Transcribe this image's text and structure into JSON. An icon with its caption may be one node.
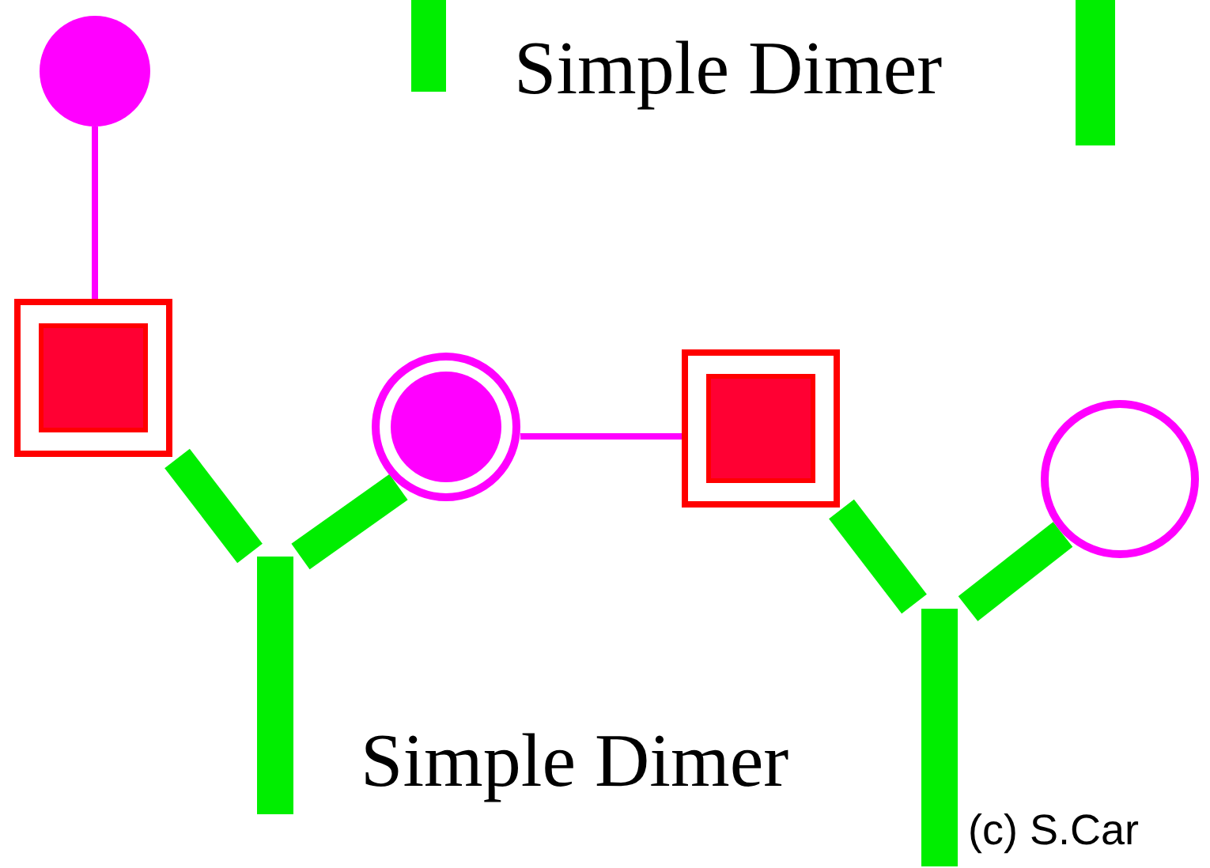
{
  "diagram": {
    "nodes": [
      {
        "text": [],
        "shape": "circle"
      },
      {
        "text": [],
        "shape": "box"
      },
      {
        "text": [],
        "shape": "circle"
      },
      {
        "text": [],
        "shape": "box"
      },
      {
        "text": [],
        "shape": "circle"
      }
    ],
    "edges": [
      {
        "from": 0,
        "to": 1,
        "arrow": "none"
      },
      {
        "from": 2,
        "to": 3,
        "arrow": "none"
      }
    ],
    "labels": [
      "Simple Dimer",
      "Simple Dimer",
      "(c) S.Car"
    ]
  }
}
